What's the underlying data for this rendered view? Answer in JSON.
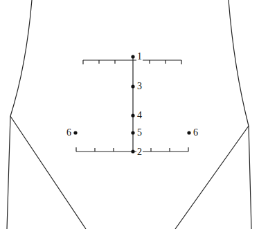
{
  "diagram": {
    "labels": [
      "1",
      "3",
      "4",
      "5",
      "6",
      "6",
      "2"
    ]
  }
}
